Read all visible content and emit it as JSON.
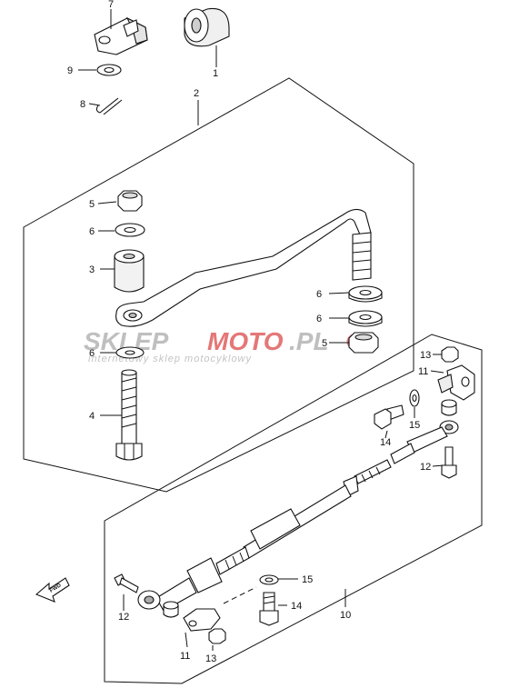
{
  "watermark": {
    "brand_part1": "SKLEP",
    "brand_part2": "MOTO",
    "brand_part3": ".PL",
    "tagline": "internetowy sklep motocyklowy",
    "color_gray": "#b5b5b5",
    "color_red": "#e06060"
  },
  "fwd_label": "FWD",
  "callouts": {
    "p1": "1",
    "p2": "2",
    "p3": "3",
    "p4": "4",
    "p5a": "5",
    "p5b": "5",
    "p6a": "6",
    "p6b": "6",
    "p6c": "6",
    "p6d": "6",
    "p7": "7",
    "p8": "8",
    "p9": "9",
    "p10": "10",
    "p11a": "11",
    "p11b": "11",
    "p12a": "12",
    "p12b": "12",
    "p13a": "13",
    "p13b": "13",
    "p14a": "14",
    "p14b": "14",
    "p15a": "15",
    "p15b": "15"
  },
  "colors": {
    "line": "#111111",
    "part_fill": "#ffffff",
    "shade": "#d8d8d8"
  }
}
